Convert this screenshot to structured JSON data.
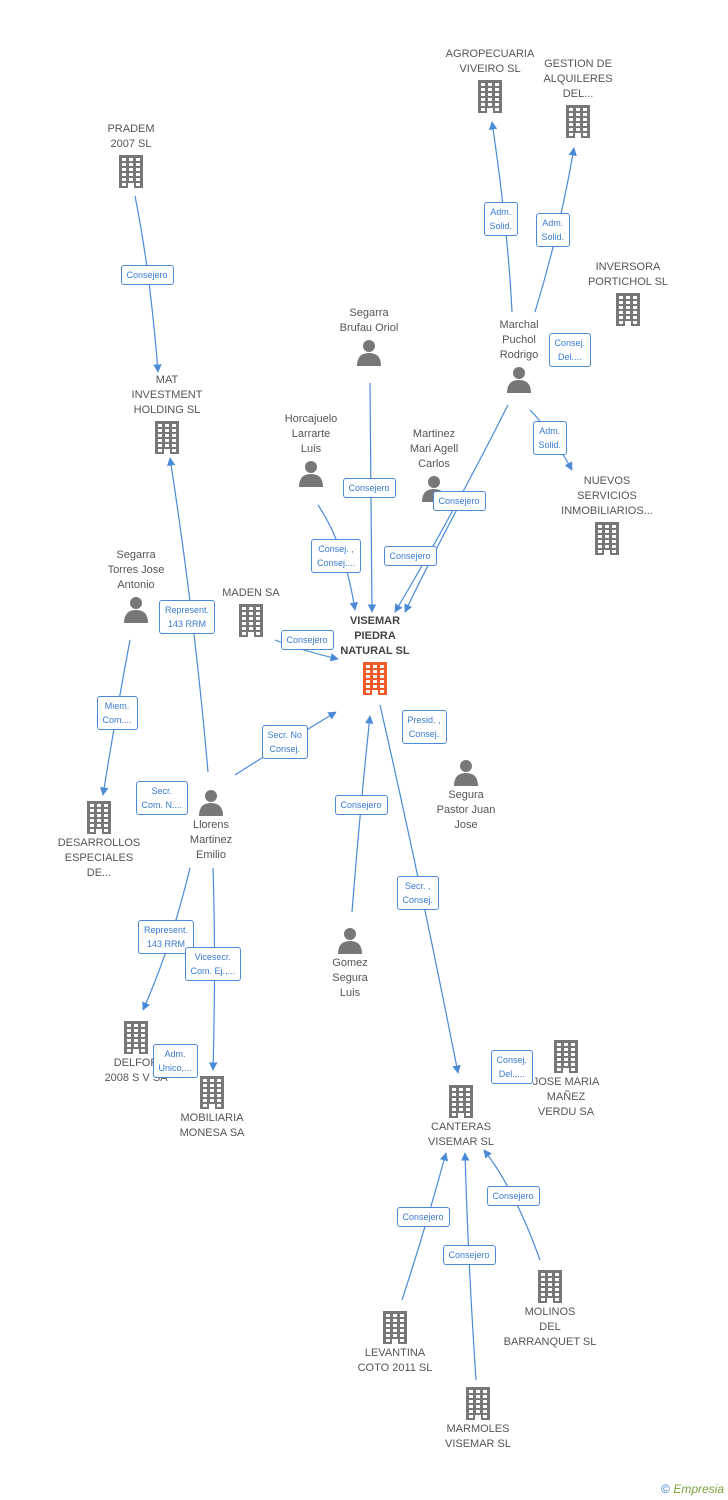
{
  "nodes": [
    {
      "id": "pradem",
      "label": "PRADEM\n2007 SL",
      "type": "company"
    },
    {
      "id": "agro",
      "label": "AGROPECUARIA\nVIVEIRO SL",
      "type": "company"
    },
    {
      "id": "gestion",
      "label": "GESTION DE\nALQUILERES\nDEL...",
      "type": "company"
    },
    {
      "id": "inversora",
      "label": "INVERSORA\nPORTICHOL  SL",
      "type": "company"
    },
    {
      "id": "mat",
      "label": "MAT\nINVESTMENT\nHOLDING SL",
      "type": "company"
    },
    {
      "id": "segarra_brufau",
      "label": "Segarra\nBrufau Oriol",
      "type": "person"
    },
    {
      "id": "marchal",
      "label": "Marchal\nPuchol\nRodrigo",
      "type": "person"
    },
    {
      "id": "horcajuelo",
      "label": "Horcajuelo\nLarrarte\nLuis",
      "type": "person"
    },
    {
      "id": "martinez_mari",
      "label": "Martinez\nMari Agell\nCarlos",
      "type": "person"
    },
    {
      "id": "nuevos",
      "label": "NUEVOS\nSERVICIOS\nINMOBILIARIOS...",
      "type": "company"
    },
    {
      "id": "segarra_torres",
      "label": "Segarra\nTorres Jose\nAntonio",
      "type": "person"
    },
    {
      "id": "maden",
      "label": "MADEN SA",
      "type": "company"
    },
    {
      "id": "visemar",
      "label": "VISEMAR\nPIEDRA\nNATURAL SL",
      "type": "main"
    },
    {
      "id": "segura",
      "label": "Segura\nPastor Juan\nJose",
      "type": "person"
    },
    {
      "id": "llorens",
      "label": "Llorens\nMartinez\nEmilio",
      "type": "person"
    },
    {
      "id": "desarrollos",
      "label": "DESARROLLOS\nESPECIALES\nDE...",
      "type": "company"
    },
    {
      "id": "gomez",
      "label": "Gomez\nSegura\nLuis",
      "type": "person"
    },
    {
      "id": "delfor",
      "label": "DELFOR\n2008 S V SA",
      "type": "company"
    },
    {
      "id": "mobiliaria",
      "label": "MOBILIARIA\nMONESA SA",
      "type": "company"
    },
    {
      "id": "jose_maria",
      "label": "JOSE MARIA\nMAÑEZ\nVERDU SA",
      "type": "company"
    },
    {
      "id": "canteras",
      "label": "CANTERAS\nVISEMAR SL",
      "type": "company"
    },
    {
      "id": "levantina",
      "label": "LEVANTINA\nCOTO 2011 SL",
      "type": "company"
    },
    {
      "id": "molinos",
      "label": "MOLINOS\nDEL\nBARRANQUET SL",
      "type": "company"
    },
    {
      "id": "marmoles",
      "label": "MARMOLES\nVISEMAR SL",
      "type": "company"
    }
  ],
  "edge_labels": [
    {
      "id": "e1",
      "label": "Consejero"
    },
    {
      "id": "e2",
      "label": "Adm.\nSolid."
    },
    {
      "id": "e3",
      "label": "Adm.\nSolid."
    },
    {
      "id": "e4",
      "label": "Consej.\nDel...."
    },
    {
      "id": "e5",
      "label": "Adm.\nSolid."
    },
    {
      "id": "e6",
      "label": "Consejero"
    },
    {
      "id": "e7",
      "label": "Consejero"
    },
    {
      "id": "e8",
      "label": "Consej. ,\nConsej...."
    },
    {
      "id": "e9",
      "label": "Consejero"
    },
    {
      "id": "e10",
      "label": "Represent.\n143 RRM"
    },
    {
      "id": "e11",
      "label": "Consejero"
    },
    {
      "id": "e12",
      "label": "Miem.\nCom...."
    },
    {
      "id": "e13",
      "label": "Secr.  No\nConsej."
    },
    {
      "id": "e14",
      "label": "Presid. ,\nConsej."
    },
    {
      "id": "e15",
      "label": "Secr.\nCom. N...."
    },
    {
      "id": "e16",
      "label": "Consejero"
    },
    {
      "id": "e17",
      "label": "Secr. ,\nConsej."
    },
    {
      "id": "e18",
      "label": "Represent.\n143 RRM"
    },
    {
      "id": "e19",
      "label": "Vicesecr.\nCom. Ej.,..."
    },
    {
      "id": "e20",
      "label": "Adm.\nUnico,..."
    },
    {
      "id": "e21",
      "label": "Consej.\nDel.,..."
    },
    {
      "id": "e22",
      "label": "Consejero"
    },
    {
      "id": "e23",
      "label": "Consejero"
    },
    {
      "id": "e24",
      "label": "Consejero"
    }
  ],
  "colors": {
    "edge": "#4a8ad6",
    "icon": "#777777",
    "main_icon": "#f05a28",
    "text": "#555555"
  },
  "footer": {
    "copyright": "©",
    "brand": "Empresia"
  }
}
